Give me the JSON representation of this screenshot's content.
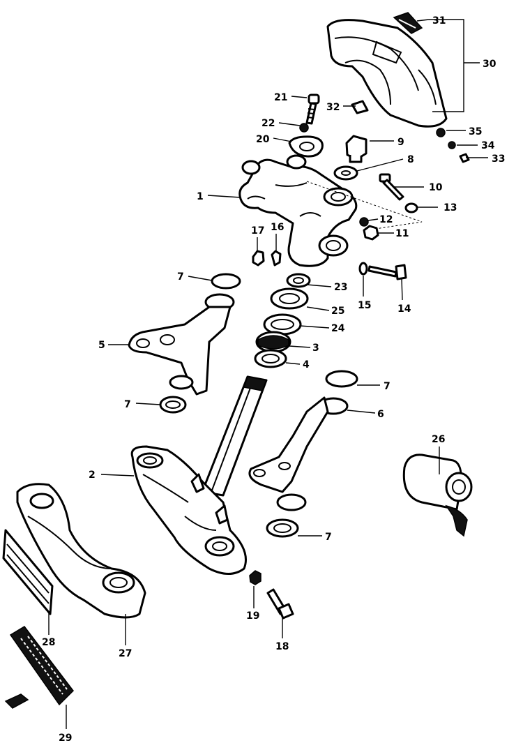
{
  "diagram": {
    "labels": {
      "p1": "1",
      "p2": "2",
      "p3": "3",
      "p4": "4",
      "p5": "5",
      "p6": "6",
      "p7a": "7",
      "p7b": "7",
      "p7c": "7",
      "p7d": "7",
      "p8": "8",
      "p9": "9",
      "p10": "10",
      "p11": "11",
      "p12": "12",
      "p13": "13",
      "p14": "14",
      "p15": "15",
      "p16": "16",
      "p17": "17",
      "p18": "18",
      "p19": "19",
      "p20": "20",
      "p21": "21",
      "p22": "22",
      "p23": "23",
      "p24": "24",
      "p25": "25",
      "p26": "26",
      "p27": "27",
      "p28": "28",
      "p29": "29",
      "p30": "30",
      "p31": "31",
      "p32": "32",
      "p33": "33",
      "p34": "34",
      "p35": "35"
    }
  }
}
